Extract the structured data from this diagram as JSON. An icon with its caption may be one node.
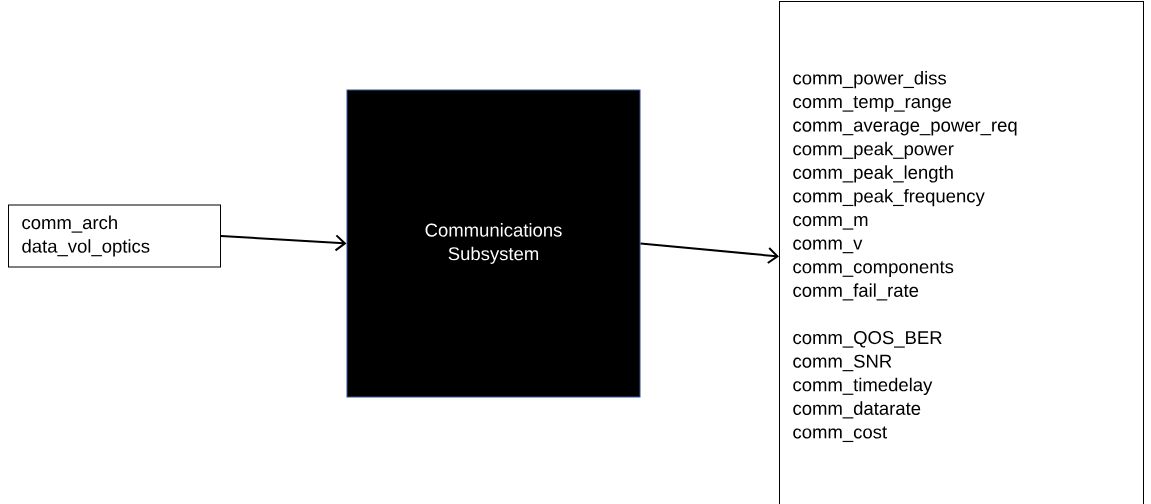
{
  "diagram": {
    "nodes": [
      {
        "text": [
          "comm_arch",
          "data_vol_optics"
        ]
      },
      {
        "text": [
          "Communications Subsystem"
        ]
      },
      {
        "text": [
          "comm_power_diss",
          "comm_temp_range",
          "comm_average_power_req",
          "comm_peak_power",
          "comm_peak_length",
          "comm_peak_frequency",
          "comm_m",
          "comm_v",
          "comm_components",
          "comm_fail_rate",
          "comm_QOS_BER",
          "comm_SNR",
          "comm_timedelay",
          "comm_datarate",
          "comm_cost"
        ]
      }
    ],
    "edges": [
      {
        "from": 0,
        "to": 1,
        "arrow": "to"
      },
      {
        "from": 1,
        "to": 2,
        "arrow": "to"
      }
    ]
  }
}
